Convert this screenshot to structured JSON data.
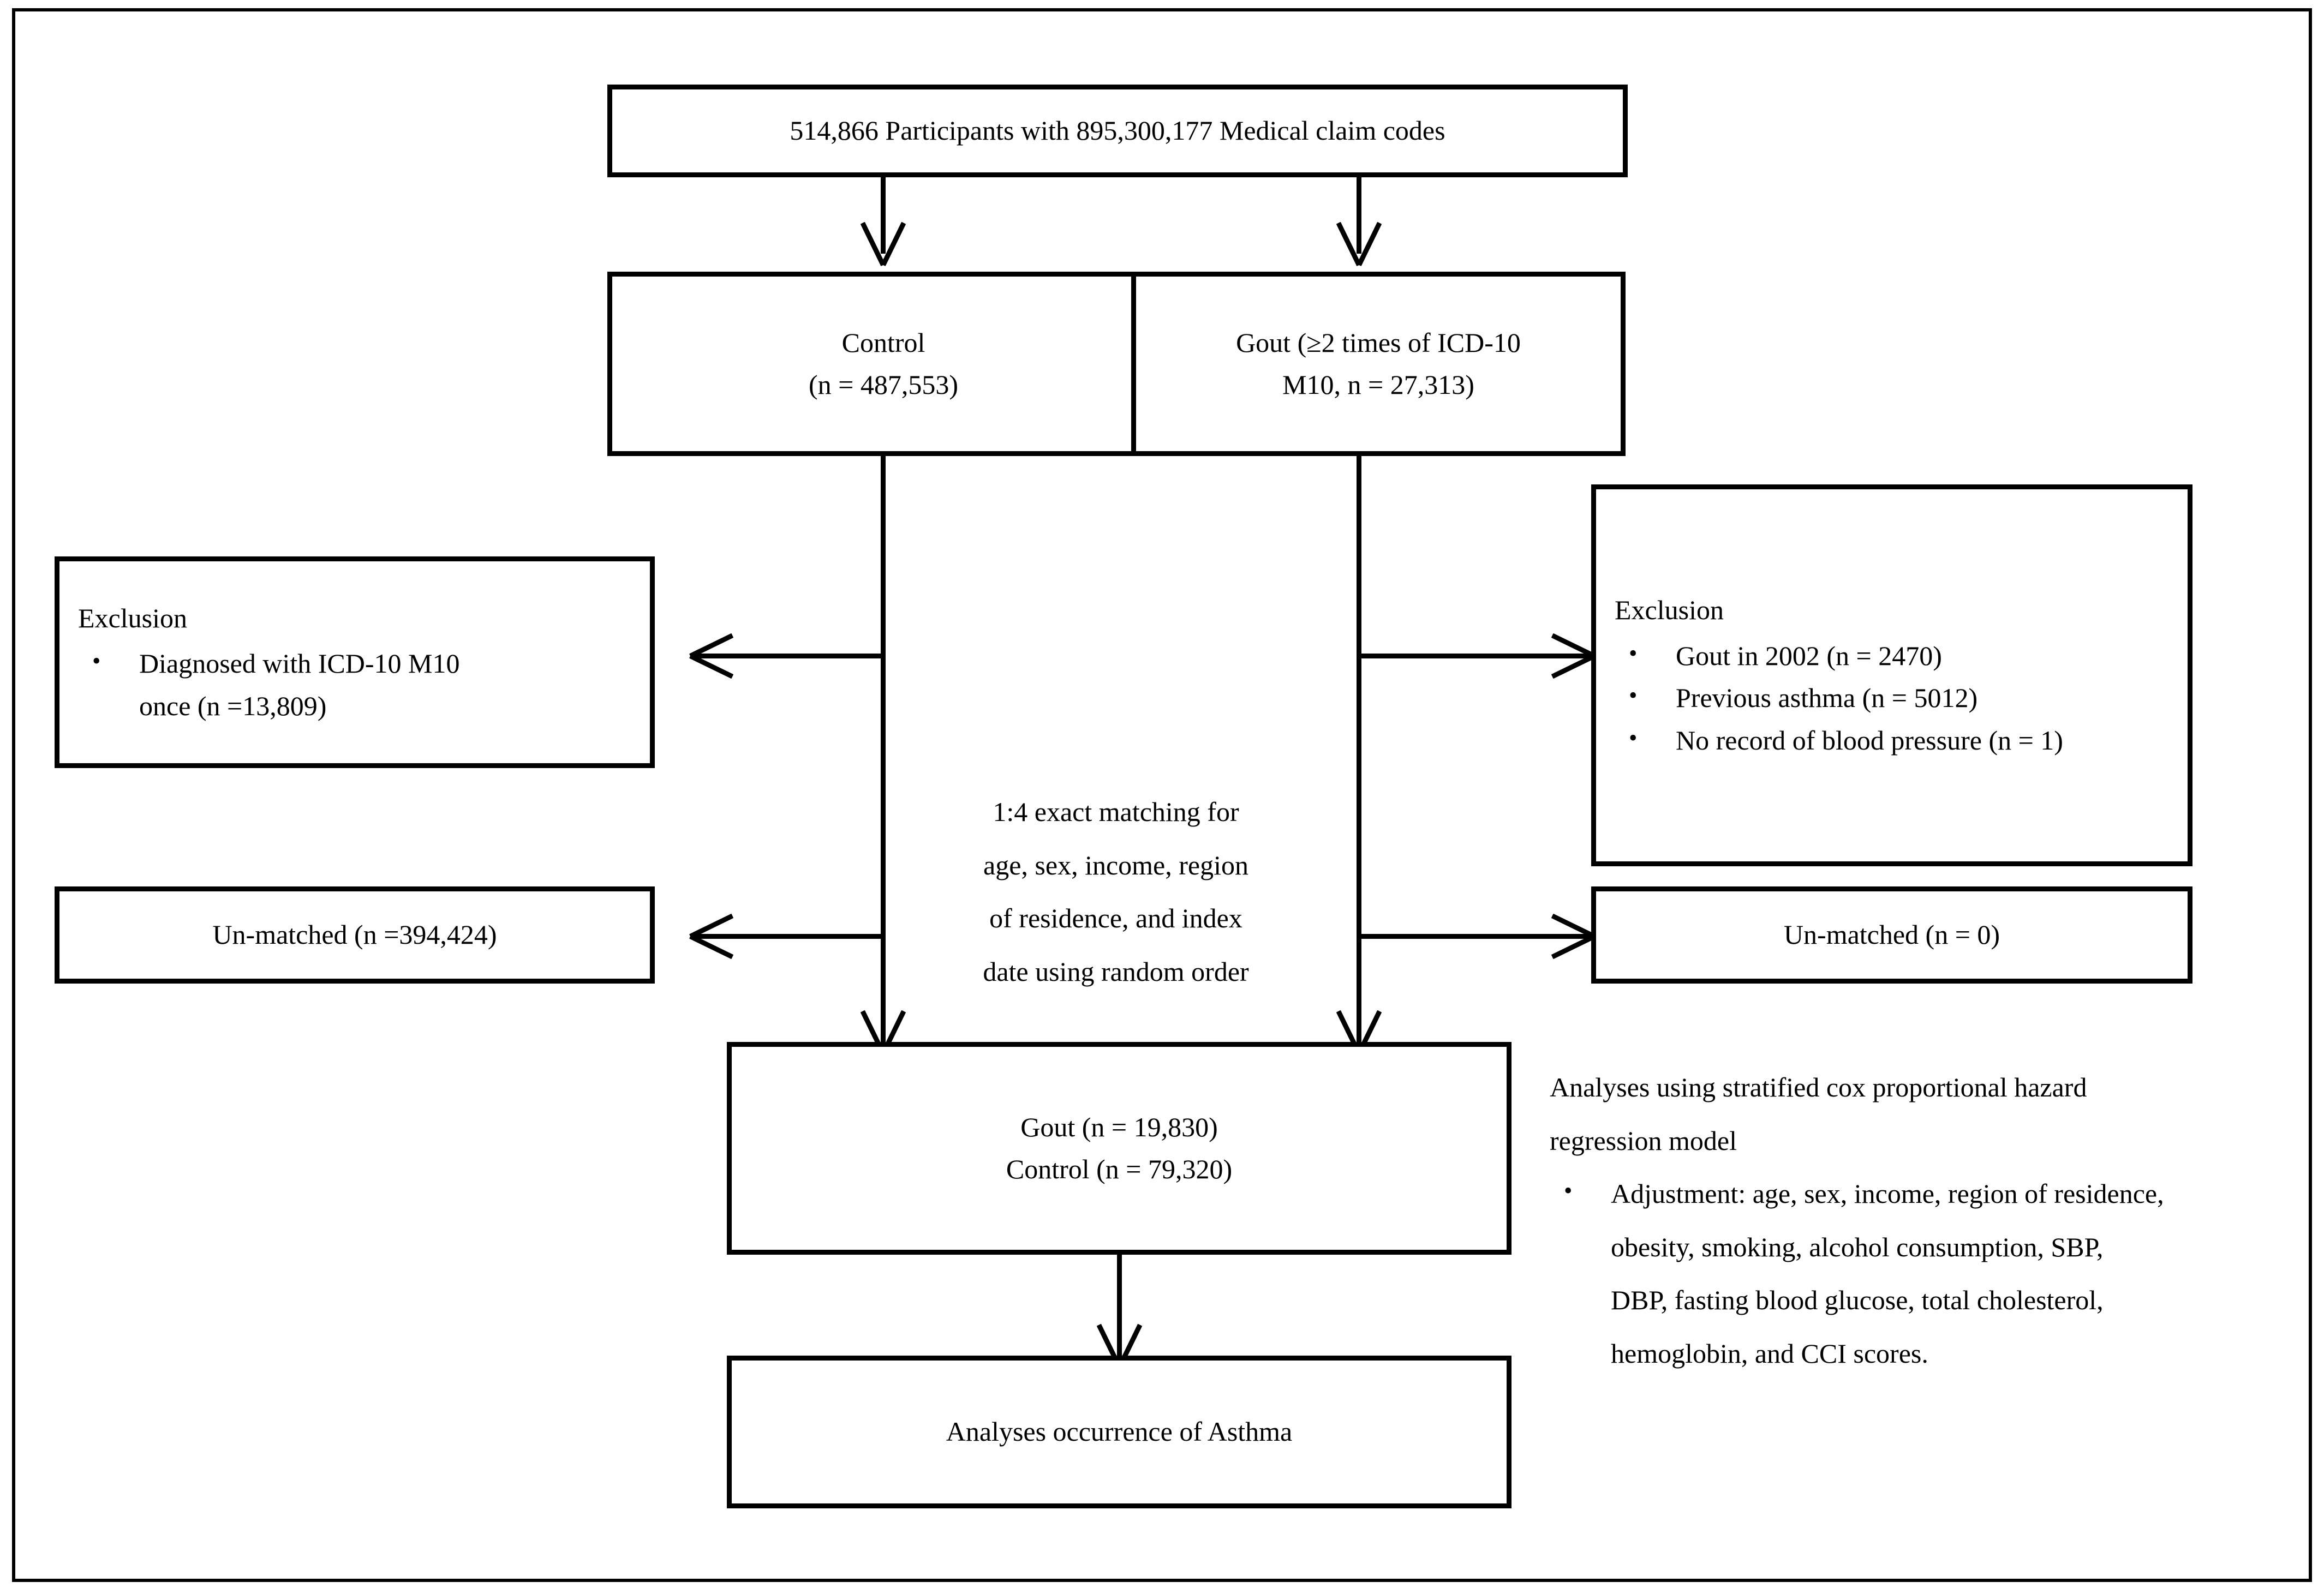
{
  "figure": {
    "type": "flowchart",
    "title_text": "",
    "colors": {
      "stroke": "#000000",
      "background": "#ffffff",
      "text": "#000000"
    }
  },
  "nodes": {
    "source": {
      "lines": [
        "514,866 Participants with 895,300,177 Medical claim codes"
      ]
    },
    "control": {
      "lines": [
        "Control",
        "(n = 487,553)"
      ]
    },
    "gout": {
      "lines": [
        "Gout (≥2 times of ICD-10",
        "M10, n = 27,313)"
      ]
    },
    "exclusion_left": {
      "heading": "Exclusion",
      "bullets": [
        "Diagnosed with ICD-10 M10",
        "once (n =13,809)"
      ]
    },
    "exclusion_right": {
      "heading": "Exclusion",
      "bullets": [
        "Gout in 2002 (n = 2470)",
        "Previous asthma (n = 5012)",
        "No record of  blood pressure (n = 1)"
      ]
    },
    "unmatched_left": {
      "lines": [
        "Un-matched (n =394,424)"
      ]
    },
    "unmatched_right": {
      "lines": [
        "Un-matched (n = 0)"
      ]
    },
    "final_cohort": {
      "lines": [
        "Gout (n = 19,830)",
        "Control (n = 79,320)"
      ]
    },
    "outcome": {
      "lines": [
        "Analyses occurrence of Asthma"
      ]
    }
  },
  "annotations": {
    "matching": {
      "lines": [
        "1:4 exact matching for",
        "age, sex, income, region",
        "of residence, and index",
        "date using random order"
      ]
    },
    "analysis_note": {
      "heading_lines": [
        "Analyses using stratified cox proportional hazard",
        "regression model"
      ],
      "bullet_lines": [
        "Adjustment: age, sex, income, region of residence,",
        "obesity, smoking, alcohol consumption, SBP,",
        "DBP, fasting blood glucose, total cholesterol,",
        "hemoglobin, and CCI scores."
      ]
    }
  }
}
